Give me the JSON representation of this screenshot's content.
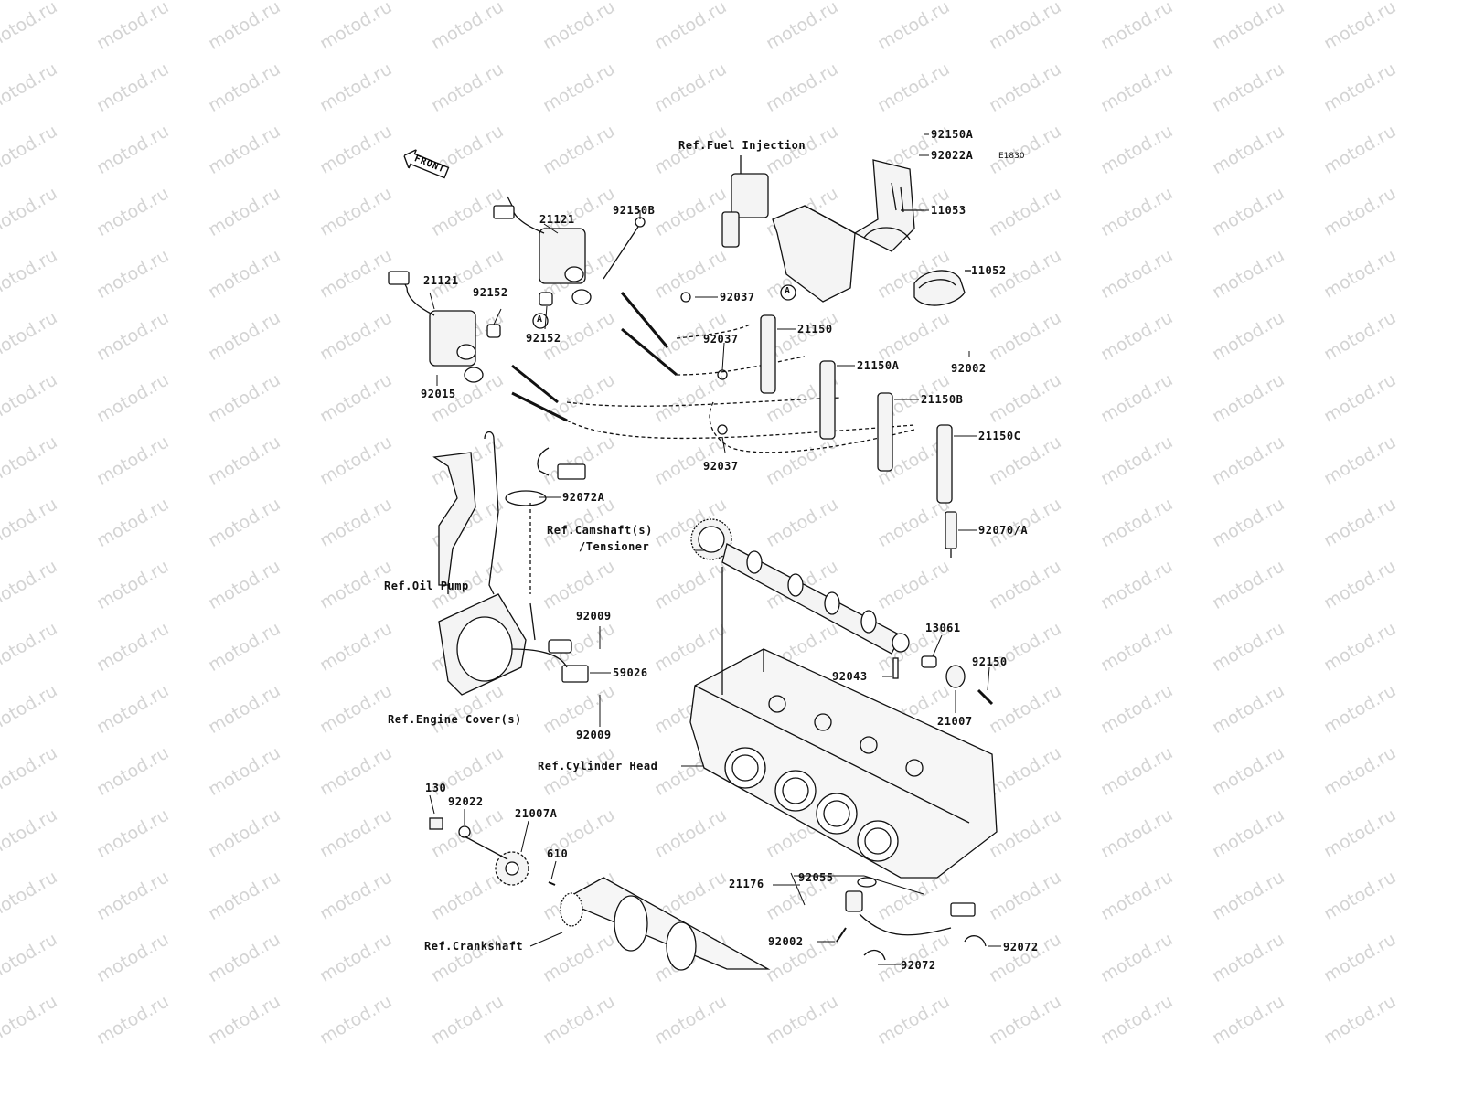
{
  "watermark": "motod.ru",
  "diagram_code": "E1830",
  "front_label": "FRONT",
  "callout_a": "A",
  "labels": {
    "ref_fuel_injection": "Ref.Fuel Injection",
    "ref_camshaft_line1": "Ref.Camshaft(s)",
    "ref_camshaft_line2": "/Tensioner",
    "ref_oil_pump": "Ref.Oil Pump",
    "ref_engine_cover": "Ref.Engine Cover(s)",
    "ref_cylinder_head": "Ref.Cylinder Head",
    "ref_crankshaft": "Ref.Crankshaft",
    "p92150A": "92150A",
    "p92022A": "92022A",
    "p11053": "11053",
    "p11052": "11052",
    "p92002_top": "92002",
    "p21121_a": "21121",
    "p21121_b": "21121",
    "p92150B": "92150B",
    "p92152_a": "92152",
    "p92152_b": "92152",
    "p92037_a": "92037",
    "p92037_b": "92037",
    "p92037_c": "92037",
    "p21150": "21150",
    "p21150A": "21150A",
    "p21150B": "21150B",
    "p21150C": "21150C",
    "p92015": "92015",
    "p92072A": "92072A",
    "p92070A": "92070/A",
    "p92009_a": "92009",
    "p92009_b": "92009",
    "p59026": "59026",
    "p13061": "13061",
    "p92043": "92043",
    "p92150": "92150",
    "p21007": "21007",
    "p130": "130",
    "p92022": "92022",
    "p21007A": "21007A",
    "p610": "610",
    "p21176": "21176",
    "p92055": "92055",
    "p92002_bot": "92002",
    "p92072_a": "92072",
    "p92072_b": "92072"
  }
}
